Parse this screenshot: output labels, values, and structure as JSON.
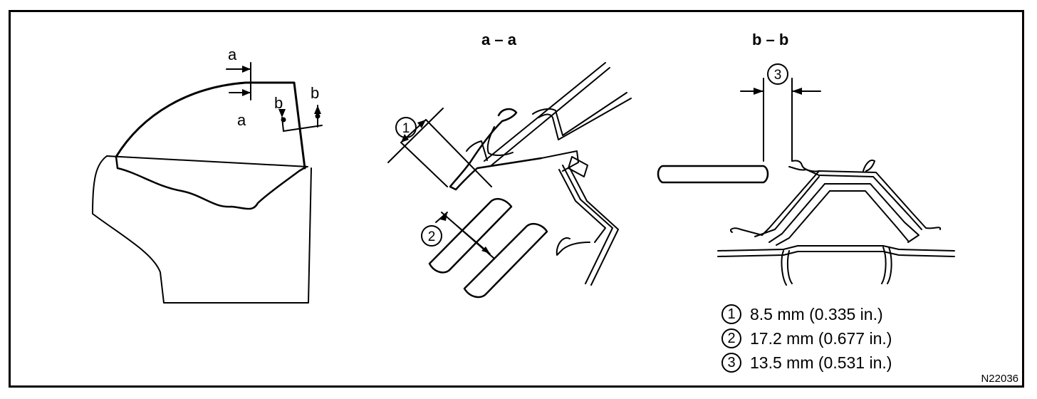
{
  "section_labels": {
    "aa": "a – a",
    "bb": "b – b"
  },
  "door_labels": {
    "a_top": "a",
    "a_bottom": "a",
    "b_left": "b",
    "b_right": "b"
  },
  "callouts": {
    "one": "1",
    "two": "2",
    "three": "3"
  },
  "legend": [
    {
      "marker": "1",
      "text": "8.5 mm (0.335 in.)"
    },
    {
      "marker": "2",
      "text": "17.2 mm (0.677 in.)"
    },
    {
      "marker": "3",
      "text": "13.5 mm (0.531 in.)"
    }
  ],
  "figure_code": "N22036"
}
